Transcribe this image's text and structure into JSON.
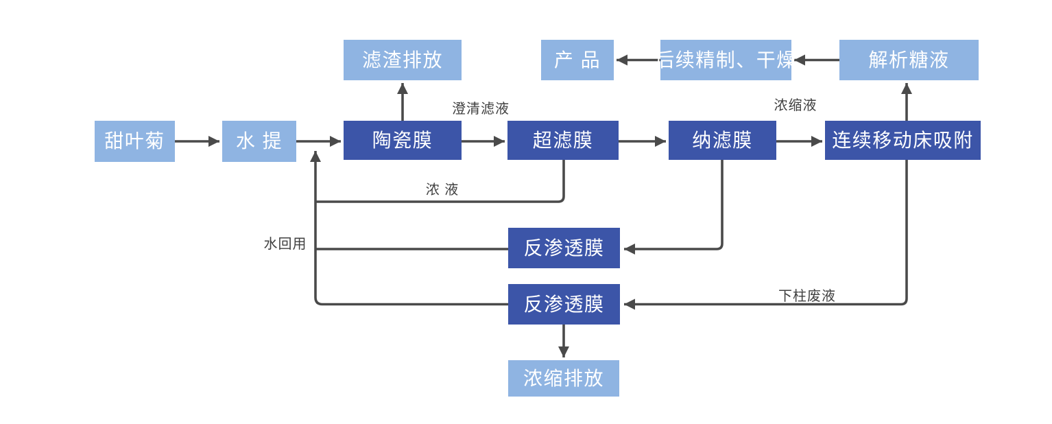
{
  "diagram": {
    "description": "stevia-membrane-purification-process-flowchart",
    "colors": {
      "io_box": "#8FB4E2",
      "process_box": "#3C55A8",
      "line": "#4A4A4A",
      "background": "#FFFFFF"
    },
    "nodes": {
      "stevia": {
        "label": "甜叶菊",
        "type": "io"
      },
      "water_extraction": {
        "label": "水 提",
        "type": "io"
      },
      "ceramic_membrane": {
        "label": "陶瓷膜",
        "type": "process"
      },
      "ultrafiltration_membrane": {
        "label": "超滤膜",
        "type": "process"
      },
      "nanofiltration_membrane": {
        "label": "纳滤膜",
        "type": "process"
      },
      "moving_bed_adsorption": {
        "label": "连续移动床吸附",
        "type": "process"
      },
      "residue_discharge": {
        "label": "滤渣排放",
        "type": "io"
      },
      "product": {
        "label": "产 品",
        "type": "io"
      },
      "refining_drying": {
        "label": "后续精制、干燥",
        "type": "io"
      },
      "desorbed_sugar_liquid": {
        "label": "解析糖液",
        "type": "io"
      },
      "reverse_osmosis_1": {
        "label": "反渗透膜",
        "type": "process"
      },
      "reverse_osmosis_2": {
        "label": "反渗透膜",
        "type": "process"
      },
      "concentrate_discharge": {
        "label": "浓缩排放",
        "type": "io"
      }
    },
    "edge_labels": {
      "clarified_filtrate": "澄清滤液",
      "concentrated_liquid": "浓缩液",
      "concentrate": "浓 液",
      "water_reuse": "水回用",
      "column_waste_liquid": "下柱废液"
    }
  }
}
